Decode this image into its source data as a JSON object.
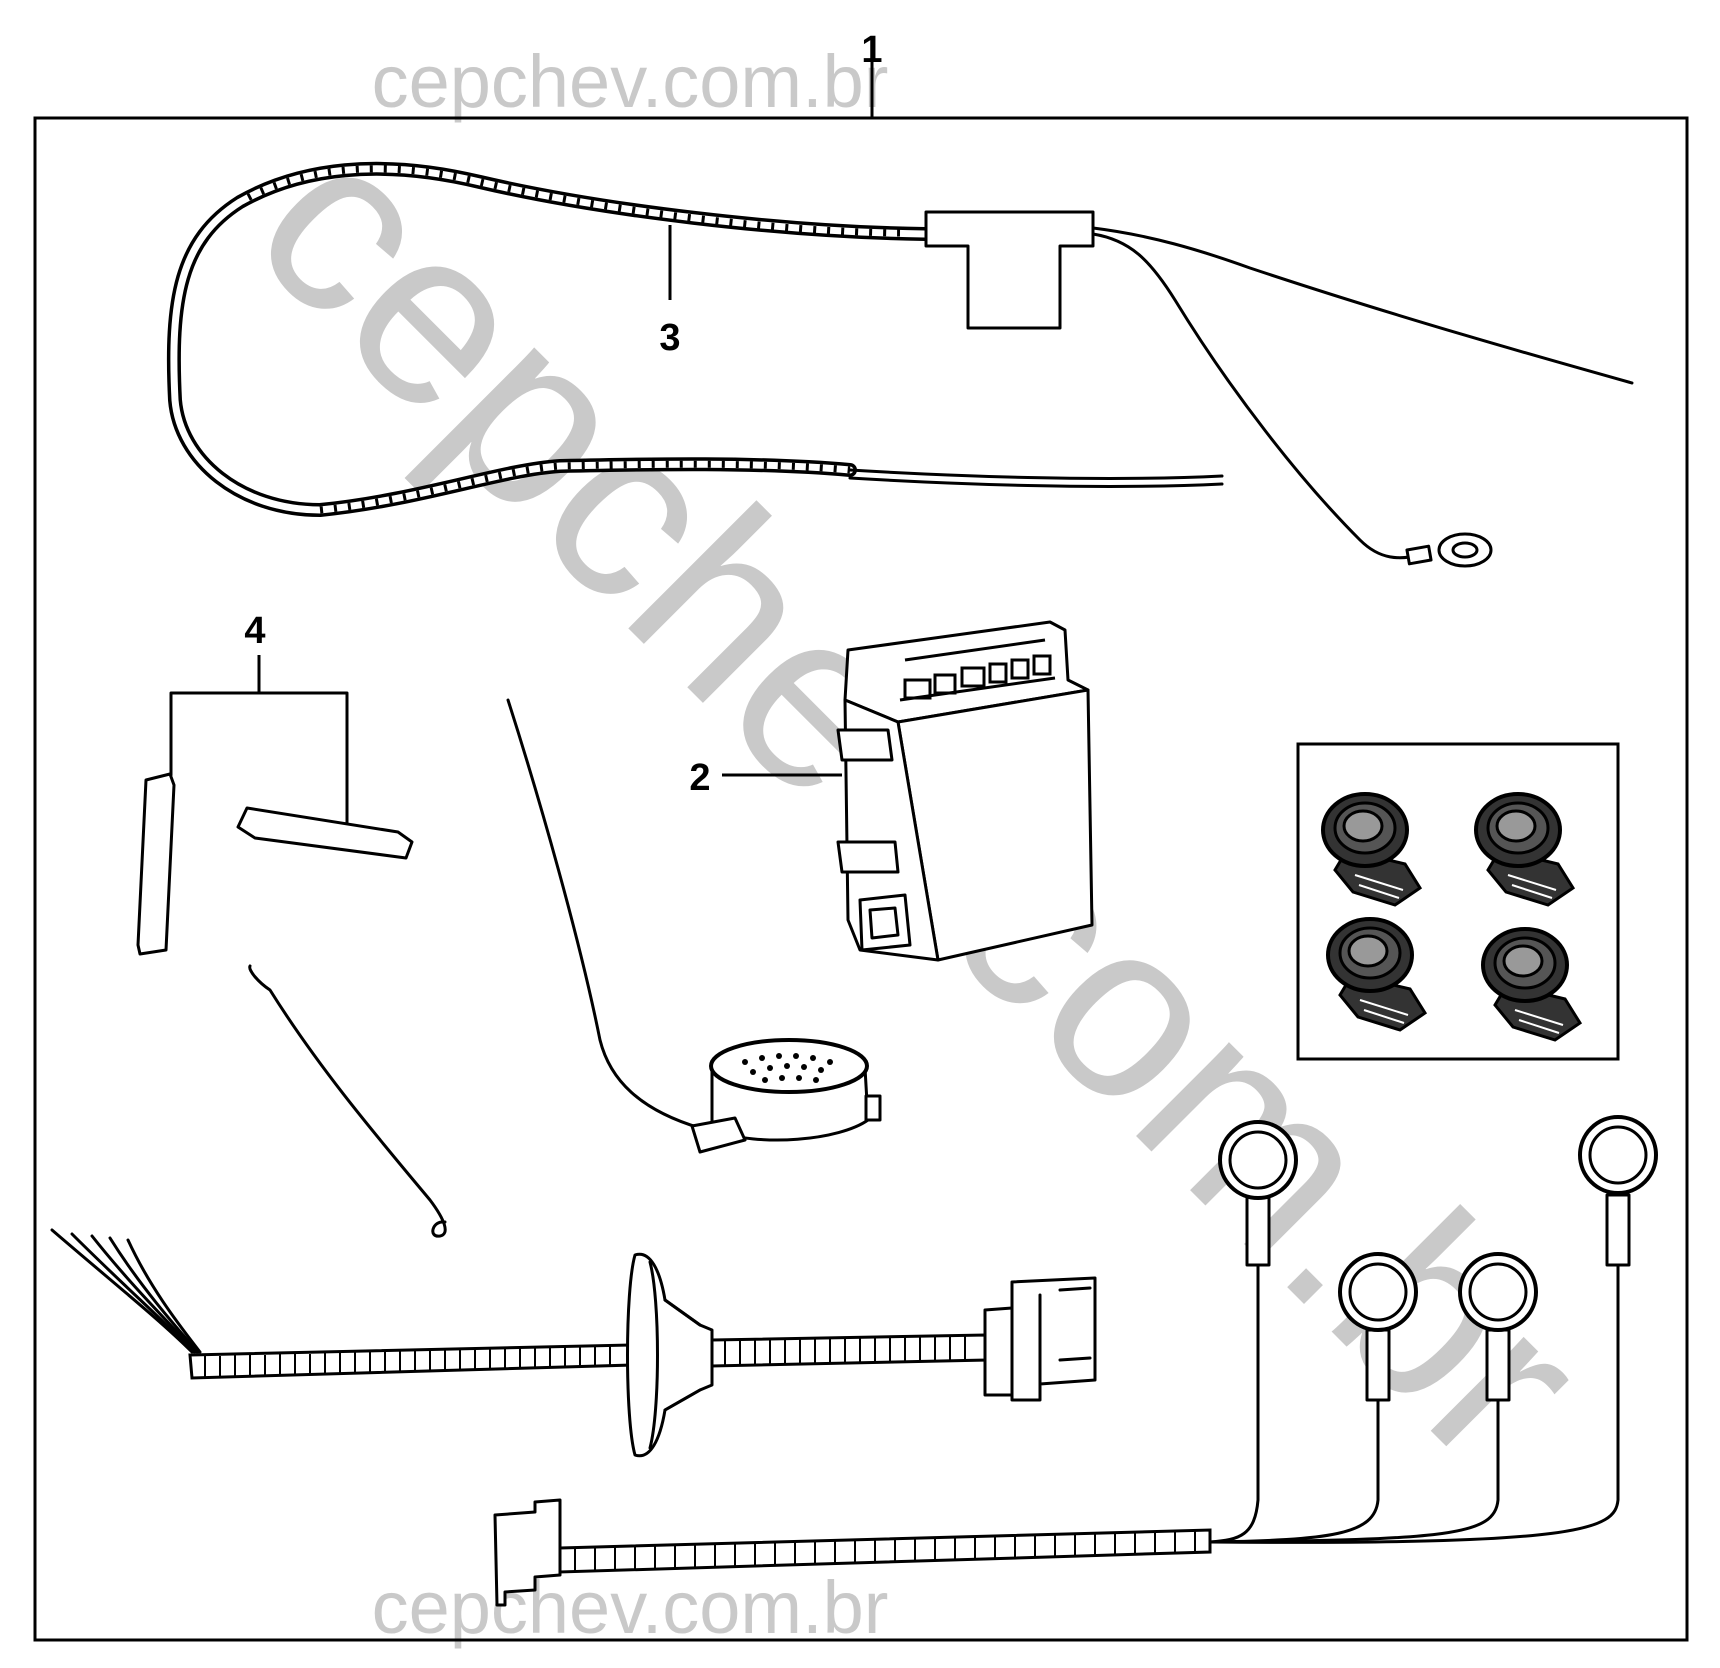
{
  "watermarks": {
    "top": "cepchev.com.br",
    "diagonal": "cepchev.com.br",
    "bottom": "cepchev.com.br"
  },
  "callouts": {
    "kit": "1",
    "module": "2",
    "harness": "3",
    "templates": "4"
  },
  "colors": {
    "line": "#000000",
    "background": "#ffffff",
    "watermark": "#c9c9c9"
  }
}
